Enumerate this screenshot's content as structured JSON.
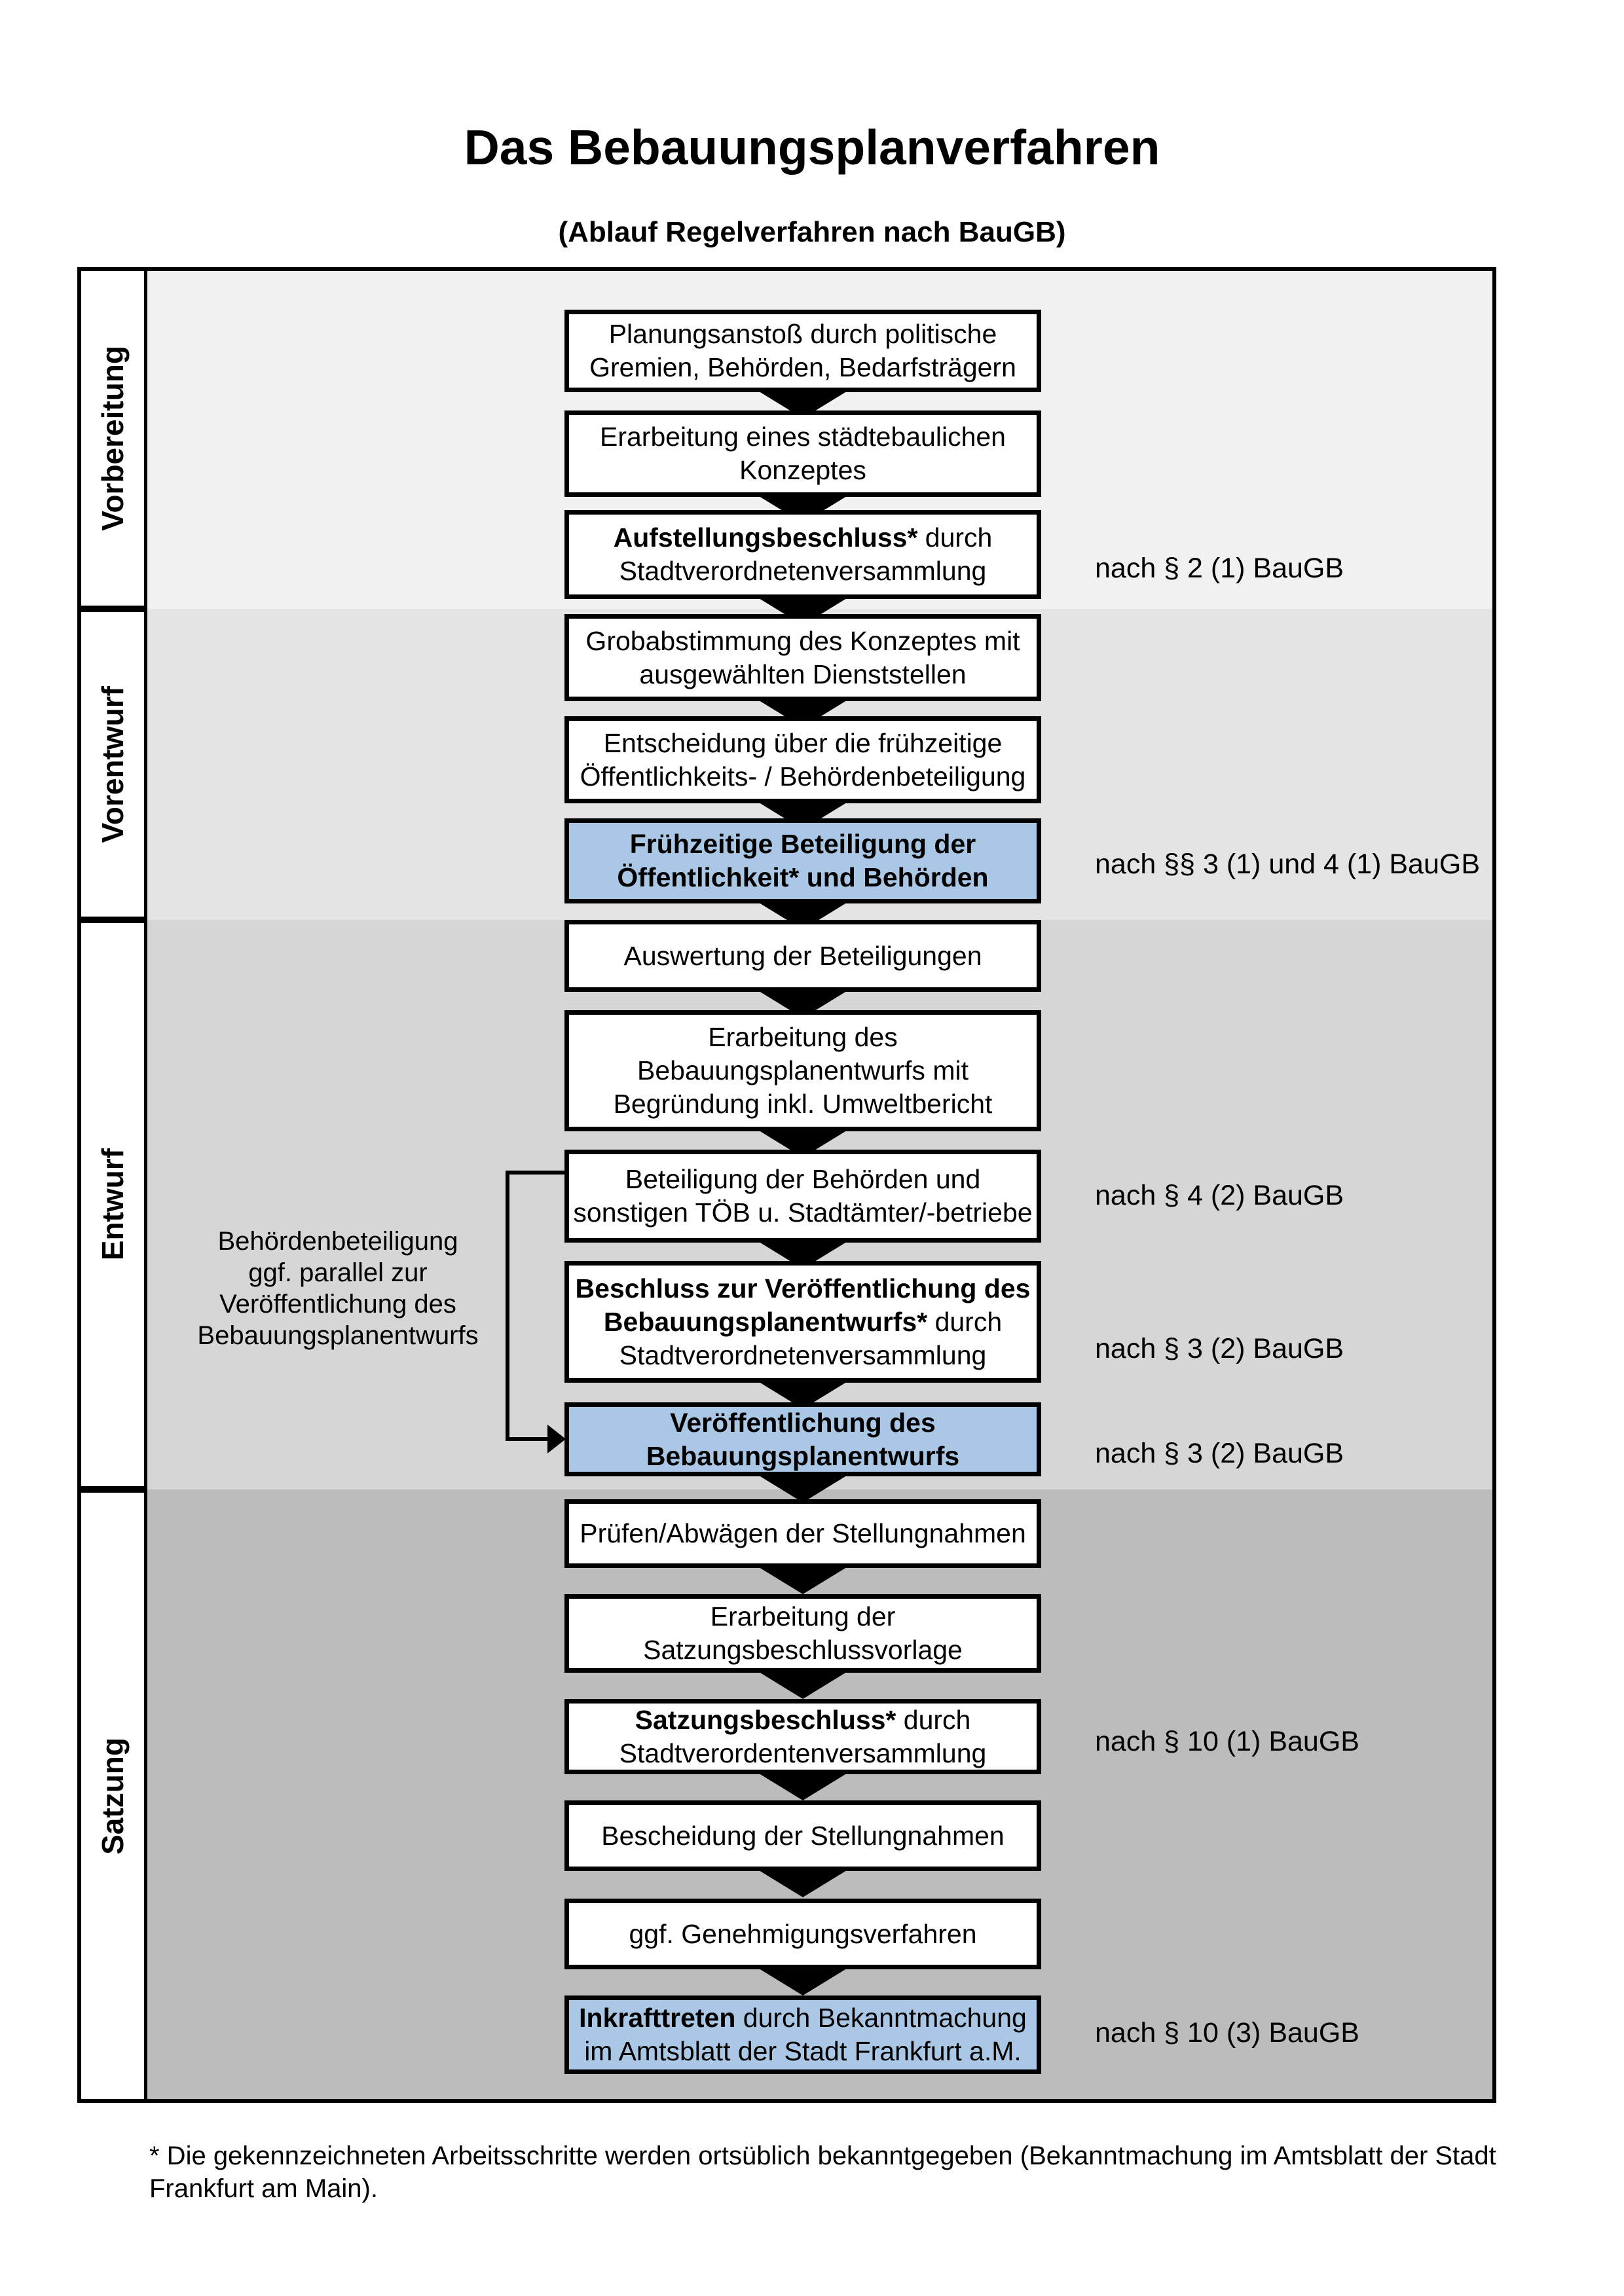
{
  "title": "Das Bebauungsplanverfahren",
  "subtitle": "(Ablauf Regelverfahren nach BauGB)",
  "phases": [
    {
      "label": "Vorbereitung"
    },
    {
      "label": "Vorentwurf"
    },
    {
      "label": "Entwurf"
    },
    {
      "label": "Satzung"
    }
  ],
  "steps": [
    {
      "phase": "Vorbereitung",
      "highlight": false,
      "ref": null,
      "lines": [
        [
          {
            "t": "Planungsanstoß durch politische"
          }
        ],
        [
          {
            "t": "Gremien, Behörden, Bedarfsträgern"
          }
        ]
      ]
    },
    {
      "phase": "Vorbereitung",
      "highlight": false,
      "ref": null,
      "lines": [
        [
          {
            "t": "Erarbeitung eines städtebaulichen"
          }
        ],
        [
          {
            "t": "Konzeptes"
          }
        ]
      ]
    },
    {
      "phase": "Vorbereitung",
      "highlight": false,
      "ref": "nach § 2 (1) BauGB",
      "lines": [
        [
          {
            "t": "Aufstellungsbeschluss*",
            "b": true
          },
          {
            "t": " durch"
          }
        ],
        [
          {
            "t": "Stadtverordnetenversammlung"
          }
        ]
      ]
    },
    {
      "phase": "Vorentwurf",
      "highlight": false,
      "ref": null,
      "lines": [
        [
          {
            "t": "Grobabstimmung des Konzeptes mit"
          }
        ],
        [
          {
            "t": "ausgewählten Dienststellen"
          }
        ]
      ]
    },
    {
      "phase": "Vorentwurf",
      "highlight": false,
      "ref": null,
      "lines": [
        [
          {
            "t": "Entscheidung über die frühzeitige"
          }
        ],
        [
          {
            "t": "Öffentlichkeits- / Behördenbeteiligung"
          }
        ]
      ]
    },
    {
      "phase": "Vorentwurf",
      "highlight": true,
      "ref": "nach §§ 3 (1) und 4 (1) BauGB",
      "lines": [
        [
          {
            "t": "Frühzeitige Beteiligung der",
            "b": true
          }
        ],
        [
          {
            "t": "Öffentlichkeit* und Behörden",
            "b": true
          }
        ]
      ]
    },
    {
      "phase": "Entwurf",
      "highlight": false,
      "ref": null,
      "lines": [
        [
          {
            "t": "Auswertung der Beteiligungen"
          }
        ]
      ]
    },
    {
      "phase": "Entwurf",
      "highlight": false,
      "ref": null,
      "lines": [
        [
          {
            "t": "Erarbeitung des"
          }
        ],
        [
          {
            "t": "Bebauungsplanentwurfs mit"
          }
        ],
        [
          {
            "t": "Begründung inkl. Umweltbericht"
          }
        ]
      ]
    },
    {
      "phase": "Entwurf",
      "highlight": false,
      "ref": "nach § 4 (2) BauGB",
      "lines": [
        [
          {
            "t": "Beteiligung der Behörden und"
          }
        ],
        [
          {
            "t": "sonstigen TÖB u. Stadtämter/-betriebe"
          }
        ]
      ]
    },
    {
      "phase": "Entwurf",
      "highlight": false,
      "ref": "nach § 3 (2) BauGB",
      "lines": [
        [
          {
            "t": "Beschluss zur Veröffentlichung des",
            "b": true
          }
        ],
        [
          {
            "t": "Bebauungsplanentwurfs*",
            "b": true
          },
          {
            "t": " durch"
          }
        ],
        [
          {
            "t": "Stadtverordnetenversammlung"
          }
        ]
      ]
    },
    {
      "phase": "Entwurf",
      "highlight": true,
      "ref": "nach § 3 (2) BauGB",
      "lines": [
        [
          {
            "t": "Veröffentlichung des",
            "b": true
          }
        ],
        [
          {
            "t": "Bebauungsplanentwurfs",
            "b": true
          }
        ]
      ]
    },
    {
      "phase": "Satzung",
      "highlight": false,
      "ref": null,
      "lines": [
        [
          {
            "t": "Prüfen/Abwägen der Stellungnahmen"
          }
        ]
      ]
    },
    {
      "phase": "Satzung",
      "highlight": false,
      "ref": null,
      "lines": [
        [
          {
            "t": "Erarbeitung der"
          }
        ],
        [
          {
            "t": "Satzungsbeschlussvorlage"
          }
        ]
      ]
    },
    {
      "phase": "Satzung",
      "highlight": false,
      "ref": "nach § 10 (1) BauGB",
      "lines": [
        [
          {
            "t": "Satzungsbeschluss*",
            "b": true
          },
          {
            "t": " durch"
          }
        ],
        [
          {
            "t": "Stadtverordentenversammlung"
          }
        ]
      ]
    },
    {
      "phase": "Satzung",
      "highlight": false,
      "ref": null,
      "lines": [
        [
          {
            "t": "Bescheidung der Stellungnahmen"
          }
        ]
      ]
    },
    {
      "phase": "Satzung",
      "highlight": false,
      "ref": null,
      "lines": [
        [
          {
            "t": "ggf. Genehmigungsverfahren"
          }
        ]
      ]
    },
    {
      "phase": "Satzung",
      "highlight": true,
      "ref": "nach § 10 (3) BauGB",
      "lines": [
        [
          {
            "t": "Inkrafttreten",
            "b": true
          },
          {
            "t": " durch Bekanntmachung"
          }
        ],
        [
          {
            "t": "im Amtsblatt der Stadt Frankfurt a.M."
          }
        ]
      ]
    }
  ],
  "annotation": {
    "lines": [
      "Behördenbeteiligung",
      "ggf. parallel zur",
      "Veröffentlichung des",
      "Bebauungsplanentwurfs"
    ]
  },
  "footnote": {
    "line1": "* Die gekennzeichneten Arbeitsschritte werden ortsüblich bekanntgegeben (Bekanntmachung im Amtsblatt  der Stadt",
    "line2": "Frankfurt am Main)."
  },
  "colors": {
    "band_vorbereitung": "#f1f1f1",
    "band_vorentwurf": "#e4e4e4",
    "band_entwurf": "#d6d6d6",
    "band_satzung": "#bcbcbc",
    "highlight": "#aac7e6",
    "line": "#000000"
  }
}
